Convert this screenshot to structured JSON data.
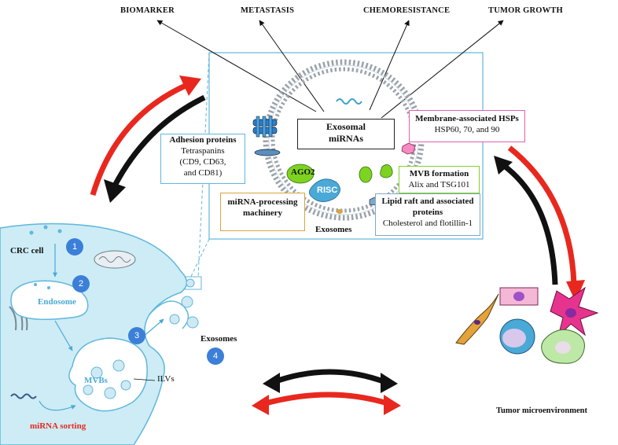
{
  "top_labels": {
    "biomarker": "BIOMARKER",
    "metastasis": "METASTASIS",
    "chemoresistance": "CHEMORESISTANCE",
    "tumor_growth": "TUMOR GROWTH"
  },
  "exosome": {
    "mirna_box": {
      "line1": "Exosomal",
      "line2": "miRNAs"
    },
    "ago2": "AGO2",
    "risc": "RISC",
    "label": "Exosomes"
  },
  "boxes": {
    "adhesion": {
      "title": "Adhesion proteins",
      "l1": "Tetraspanins",
      "l2": "(CD9, CD63,",
      "l3": "and CD81)"
    },
    "hsp": {
      "title": "Membrane-associated HSPs",
      "l1": "HSP60, 70, and 90"
    },
    "mvb": {
      "title": "MVB formation",
      "l1": "Alix and TSG101"
    },
    "lipid": {
      "title1": "Lipid raft and associated",
      "title2": "proteins",
      "l1": "Cholesterol and flotillin-1"
    },
    "mirna_proc": {
      "l1": "miRNA-processing",
      "l2": "machinery"
    }
  },
  "cell": {
    "crc": "CRC cell",
    "endosome": "Endosome",
    "mvbs": "MVBs",
    "ilvs": "ILVs",
    "exosomes": "Exosomes",
    "mirna_sorting": "miRNA sorting",
    "steps": [
      "1",
      "2",
      "3",
      "4"
    ]
  },
  "tme": {
    "label": "Tumor microenvironment"
  },
  "colors": {
    "blue": "#4aa9d6",
    "red": "#e8281e",
    "green": "#7ed321",
    "pink": "#e060b0",
    "orange": "#d9a441"
  }
}
